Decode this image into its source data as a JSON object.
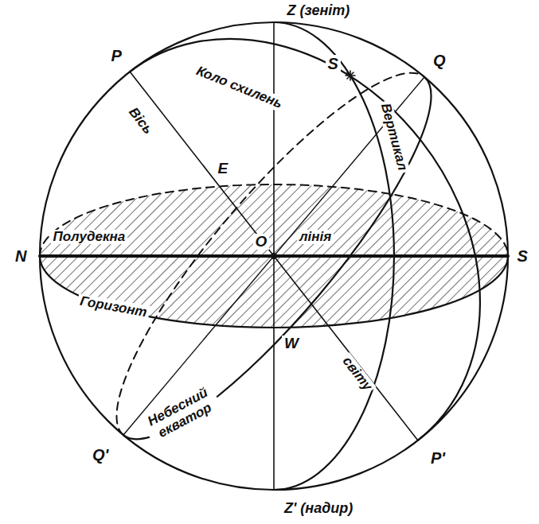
{
  "diagram": {
    "labels": [
      "Z (зеніт)",
      "P",
      "S",
      "Q",
      "Коло схилень",
      "Вісь",
      "Вертикал",
      "E",
      "O",
      "N",
      "Полудекна",
      "лінія",
      "S",
      "Горизонт",
      "W",
      "світу",
      "Небесний екватор",
      "Q'",
      "P'",
      "Z' (надир)"
    ]
  }
}
